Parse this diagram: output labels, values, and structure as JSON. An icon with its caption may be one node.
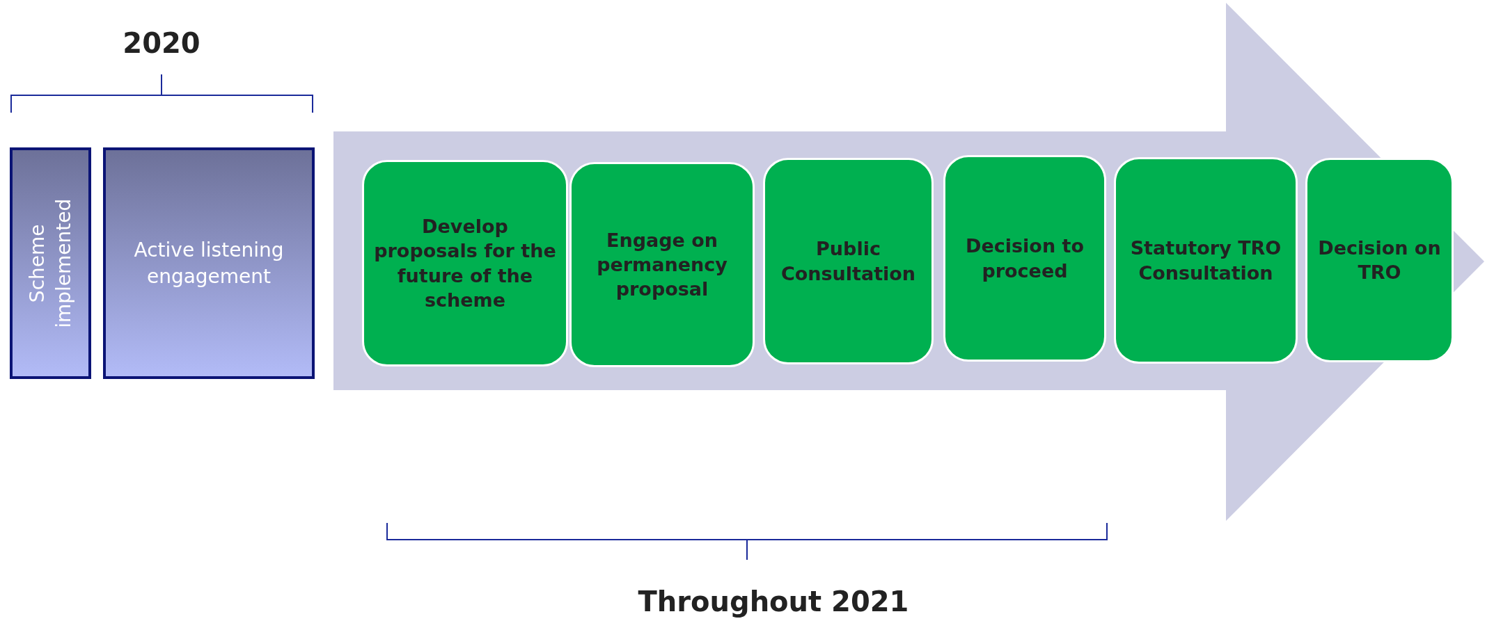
{
  "diagram": {
    "nodes": [
      {
        "text": [
          "Scheme implemented"
        ]
      },
      {
        "text": [
          "Active listening engagement"
        ]
      },
      {
        "text": [],
        "shape": "arrow"
      },
      {
        "text": [
          "Develop proposals for the future of the scheme"
        ],
        "in": 2
      },
      {
        "text": [
          "Engage on permanency proposal"
        ],
        "in": 2
      },
      {
        "text": [
          "Public Consultation"
        ],
        "in": 2
      },
      {
        "text": [
          "Decision to proceed"
        ],
        "in": 2
      },
      {
        "text": [
          "Statutory TRO Consultation"
        ],
        "in": 2
      },
      {
        "text": [
          "Decision on TRO"
        ],
        "in": 2
      }
    ],
    "edges": [],
    "labels": [
      "2020",
      "Throughout 2021"
    ]
  }
}
